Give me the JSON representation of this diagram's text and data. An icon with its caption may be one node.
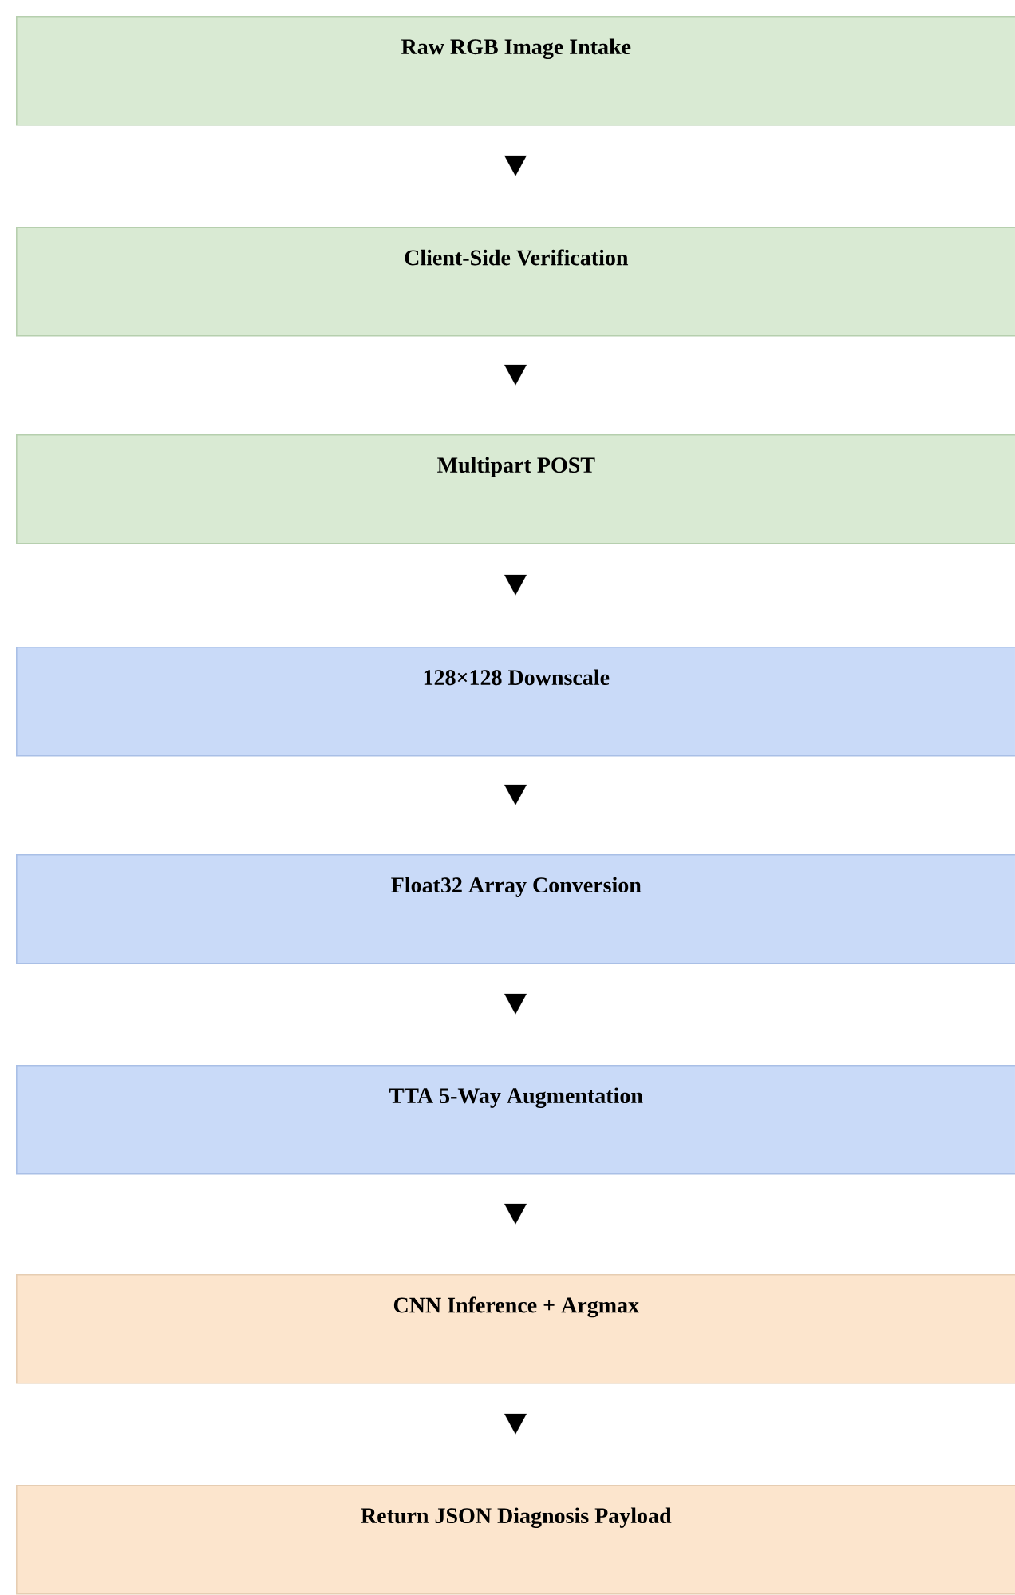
{
  "diagram": {
    "nodes": [
      {
        "text": [
          "Raw RGB Image Intake"
        ]
      },
      {
        "text": [
          "Client-Side Verification"
        ]
      },
      {
        "text": [
          "Multipart POST"
        ]
      },
      {
        "text": [
          "128×128 Downscale"
        ]
      },
      {
        "text": [
          "Float32 Array Conversion"
        ]
      },
      {
        "text": [
          "TTA 5-Way Augmentation"
        ]
      },
      {
        "text": [
          "CNN Inference + Argmax"
        ]
      },
      {
        "text": [
          "Return JSON Diagnosis Payload"
        ]
      }
    ],
    "edges": [
      {
        "from": 0,
        "to": 1,
        "arrow": "to"
      },
      {
        "from": 1,
        "to": 2,
        "arrow": "to"
      },
      {
        "from": 2,
        "to": 3,
        "arrow": "to"
      },
      {
        "from": 3,
        "to": 4,
        "arrow": "to"
      },
      {
        "from": 4,
        "to": 5,
        "arrow": "to"
      },
      {
        "from": 5,
        "to": 6,
        "arrow": "to"
      },
      {
        "from": 6,
        "to": 7,
        "arrow": "to"
      }
    ]
  }
}
